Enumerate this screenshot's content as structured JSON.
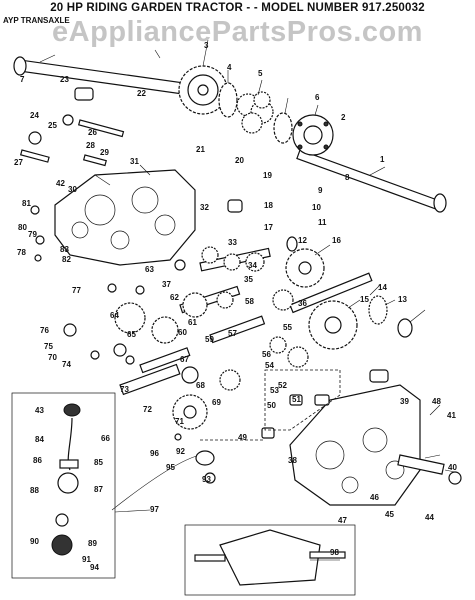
{
  "header": {
    "title": "20 HP RIDING GARDEN TRACTOR - - MODEL NUMBER 917.250032",
    "subtitle": "AYP TRANSAXLE",
    "watermark": "eAppliancePartsPros.com"
  },
  "callouts": [
    "1",
    "2",
    "3",
    "4",
    "5",
    "6",
    "7",
    "8",
    "9",
    "10",
    "11",
    "12",
    "13",
    "14",
    "15",
    "16",
    "17",
    "18",
    "19",
    "20",
    "21",
    "22",
    "23",
    "24",
    "25",
    "26",
    "27",
    "28",
    "29",
    "30",
    "31",
    "32",
    "33",
    "34",
    "35",
    "36",
    "37",
    "38",
    "39",
    "40",
    "41",
    "42",
    "43",
    "44",
    "45",
    "46",
    "47",
    "48",
    "49",
    "50",
    "51",
    "52",
    "53",
    "54",
    "55",
    "56",
    "57",
    "58",
    "59",
    "60",
    "61",
    "62",
    "63",
    "64",
    "65",
    "66",
    "67",
    "68",
    "69",
    "70",
    "71",
    "72",
    "73",
    "74",
    "75",
    "76",
    "77",
    "78",
    "79",
    "80",
    "81",
    "82",
    "83",
    "84",
    "85",
    "86",
    "87",
    "88",
    "89",
    "90",
    "91",
    "92",
    "93",
    "94",
    "95",
    "96",
    "97",
    "98"
  ],
  "colors": {
    "ink": "#111111",
    "paper": "#ffffff",
    "watermark": "#969696"
  }
}
